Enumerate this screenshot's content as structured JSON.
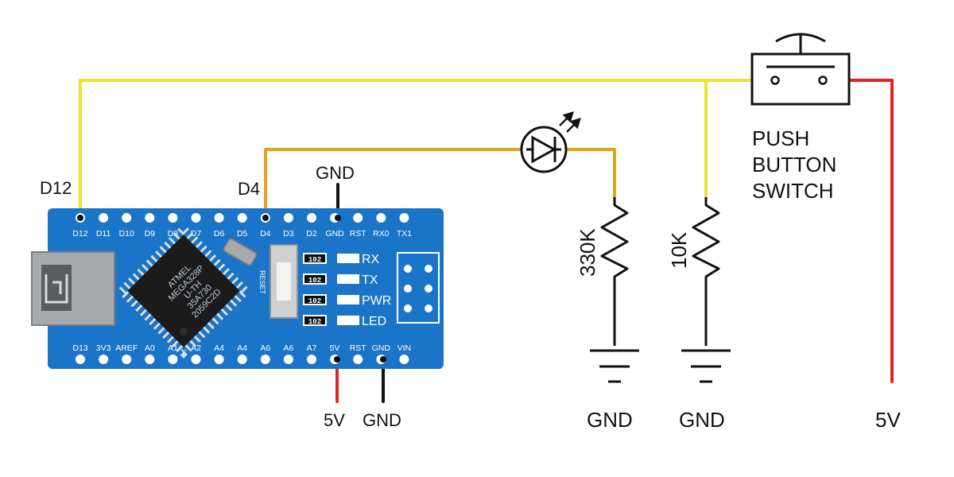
{
  "board": {
    "top_pins": [
      "D12",
      "D11",
      "D10",
      "D9",
      "D8",
      "D7",
      "D6",
      "D5",
      "D4",
      "D3",
      "D2",
      "GND",
      "RST",
      "RX0",
      "TX1"
    ],
    "bottom_pins": [
      "D13",
      "3V3",
      "AREF",
      "A0",
      "A1",
      "A2",
      "A4",
      "A4",
      "A6",
      "A6",
      "A7",
      "5V",
      "RST",
      "GND",
      "VIN"
    ],
    "chip_markings": [
      "ATMEL",
      "MEGA328P",
      "U-TH",
      "35A730",
      "2059C2D"
    ],
    "reset_label": "RESET",
    "smd_label": "102",
    "leds": [
      "RX",
      "TX",
      "PWR",
      "LED"
    ]
  },
  "labels": {
    "d12": "D12",
    "d4": "D4",
    "gnd_top": "GND",
    "board_5v": "5V",
    "board_gnd": "GND",
    "resistor1": "330K",
    "resistor2": "10K",
    "gnd1": "GND",
    "gnd2": "GND",
    "switch_line1": "PUSH",
    "switch_line2": "BUTTON",
    "switch_line3": "SWITCH",
    "switch_5v": "5V"
  },
  "colors": {
    "yellow_wire": "#e6e62e",
    "orange_wire": "#e8a21a",
    "red_wire": "#e02424",
    "black_wire": "#111111",
    "board_blue": "#1a74c8"
  }
}
